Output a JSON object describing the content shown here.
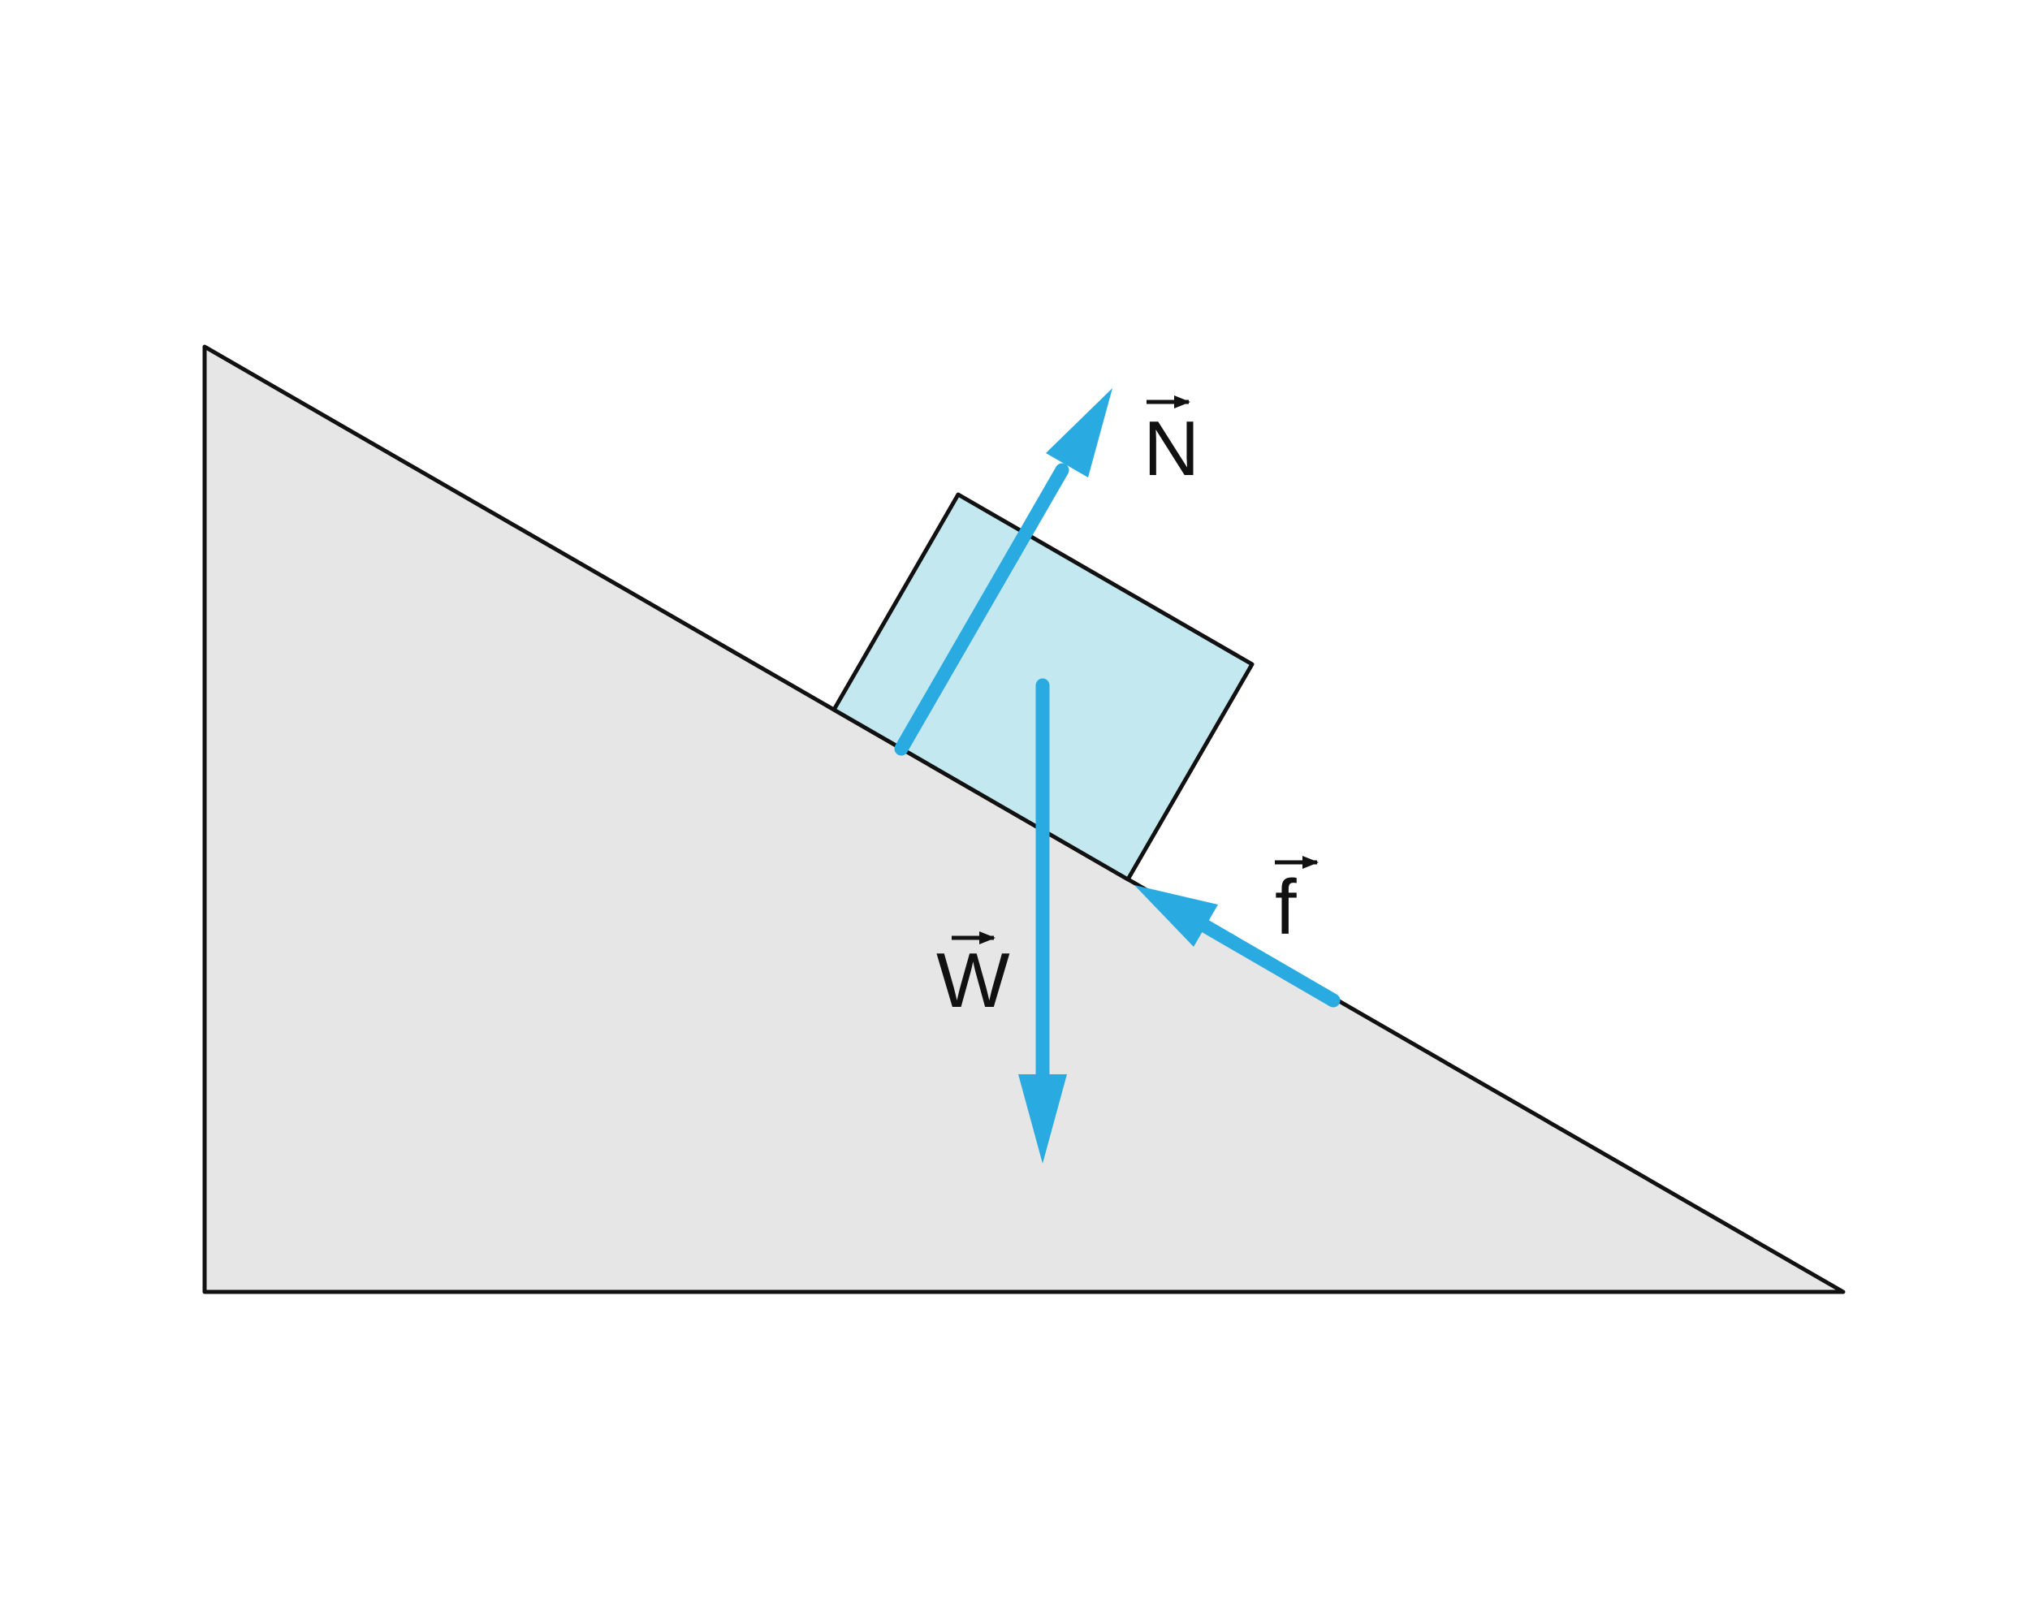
{
  "diagram": {
    "colors": {
      "background": "#ffffff",
      "incline_fill": "#e6e6e6",
      "block_fill": "#c4e8f0",
      "force_arrow": "#29aae1",
      "outline": "#111111"
    },
    "forces": {
      "normal": {
        "label": "N"
      },
      "weight": {
        "label": "W"
      },
      "friction": {
        "label": "f"
      }
    }
  }
}
